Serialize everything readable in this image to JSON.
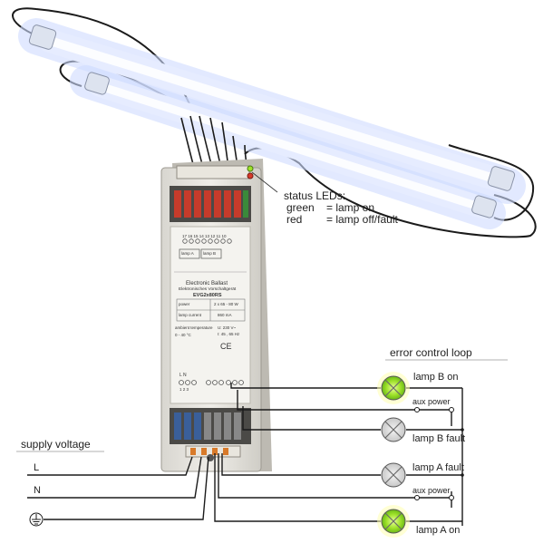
{
  "annotations": {
    "status_leds_title": "status LEDs:",
    "status_green": "green",
    "status_green_meaning": "= lamp on",
    "status_red": "red",
    "status_red_meaning": "= lamp off/fault",
    "error_control_loop": "error control loop",
    "supply_voltage": "supply voltage"
  },
  "supply_lines": [
    "L",
    "N"
  ],
  "ground_symbol": "earth-ground",
  "loop_items": {
    "lamp_b_on": "lamp B on",
    "aux_power_top": "aux power",
    "lamp_b_fault": "lamp B fault",
    "lamp_a_fault": "lamp A fault",
    "aux_power_bottom": "aux power",
    "lamp_a_on": "lamp A on"
  },
  "ballast": {
    "title": "Electronic Ballast",
    "subtitle": "Elektronisches Vorschaltgerät",
    "model": "EVG2x80RS",
    "power_label": "power",
    "power_value": "2 x 65 - 80 W",
    "current_label": "lamp current",
    "current_value": "860 mA",
    "ambient_label": "ambient temperature",
    "ambient_value": "0 - 40 °C",
    "voltage": "U: 230 V~",
    "current_in": "I: 45 , 65 Hz",
    "terminal_numbers_top": "17 16 15 14 13 12 11 10",
    "lamp_a_tag": "lamp A",
    "lamp_b_tag": "lamp B",
    "mains_terminals_label": "L N",
    "mains_terminals_numbers": "1 2 3",
    "ce_mark": "CE"
  },
  "colors": {
    "lamp_glow": "#bcd0ff",
    "ballast_body": "#e6e4de",
    "led_green": "#9ee22a",
    "led_off": "#d6d6d6",
    "wire": "#1b1b1b"
  }
}
